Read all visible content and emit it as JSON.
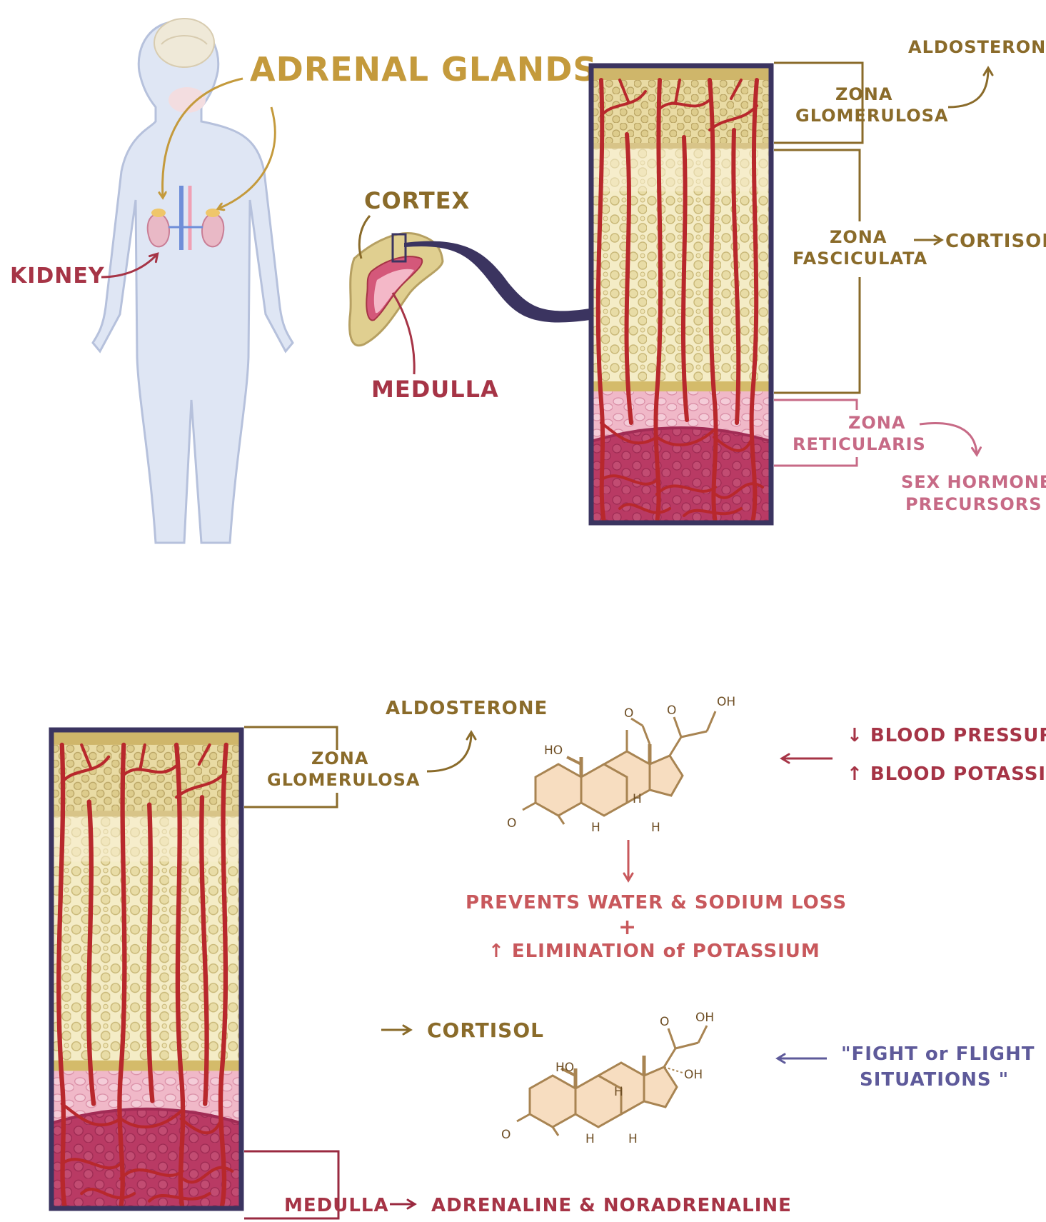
{
  "top": {
    "title": "ADRENAL GLANDS",
    "kidney_label": "KIDNEY",
    "cortex_label": "CORTEX",
    "medulla_label": "MEDULLA",
    "zona_glomerulosa_1": "ZONA",
    "zona_glomerulosa_2": "GLOMERULOSA",
    "aldosterone": "ALDOSTERONE",
    "zona_fasciculata_1": "ZONA",
    "zona_fasciculata_2": "FASCICULATA",
    "cortisol": "CORTISOL",
    "zona_reticularis_1": "ZONA",
    "zona_reticularis_2": "RETICULARIS",
    "sex_hormone_1": "SEX HORMONE",
    "sex_hormone_2": "PRECURSORS"
  },
  "bottom": {
    "zona_glomerulosa_1": "ZONA",
    "zona_glomerulosa_2": "GLOMERULOSA",
    "aldosterone": "ALDOSTERONE",
    "blood_pressure": "↓ BLOOD PRESSURE",
    "blood_potassium": "↑ BLOOD POTASSIUM",
    "effect_1": "PREVENTS WATER & SODIUM LOSS",
    "plus": "+",
    "effect_2": "↑ ELIMINATION of POTASSIUM",
    "cortisol": "CORTISOL",
    "fight_flight_1": "\"FIGHT or FLIGHT",
    "fight_flight_2": "SITUATIONS \"",
    "medulla": "MEDULLA",
    "adrenaline": "ADRENALINE & NORADRENALINE"
  },
  "molecules": {
    "oh": "OH",
    "ho": "HO",
    "h": "H",
    "o": "O"
  },
  "colors": {
    "gold": "#c49a3c",
    "olive": "#8a6b2a",
    "crimson": "#a63446",
    "pink": "#c76a86",
    "frame": "#3b3460",
    "vessel": "#b8282c"
  }
}
